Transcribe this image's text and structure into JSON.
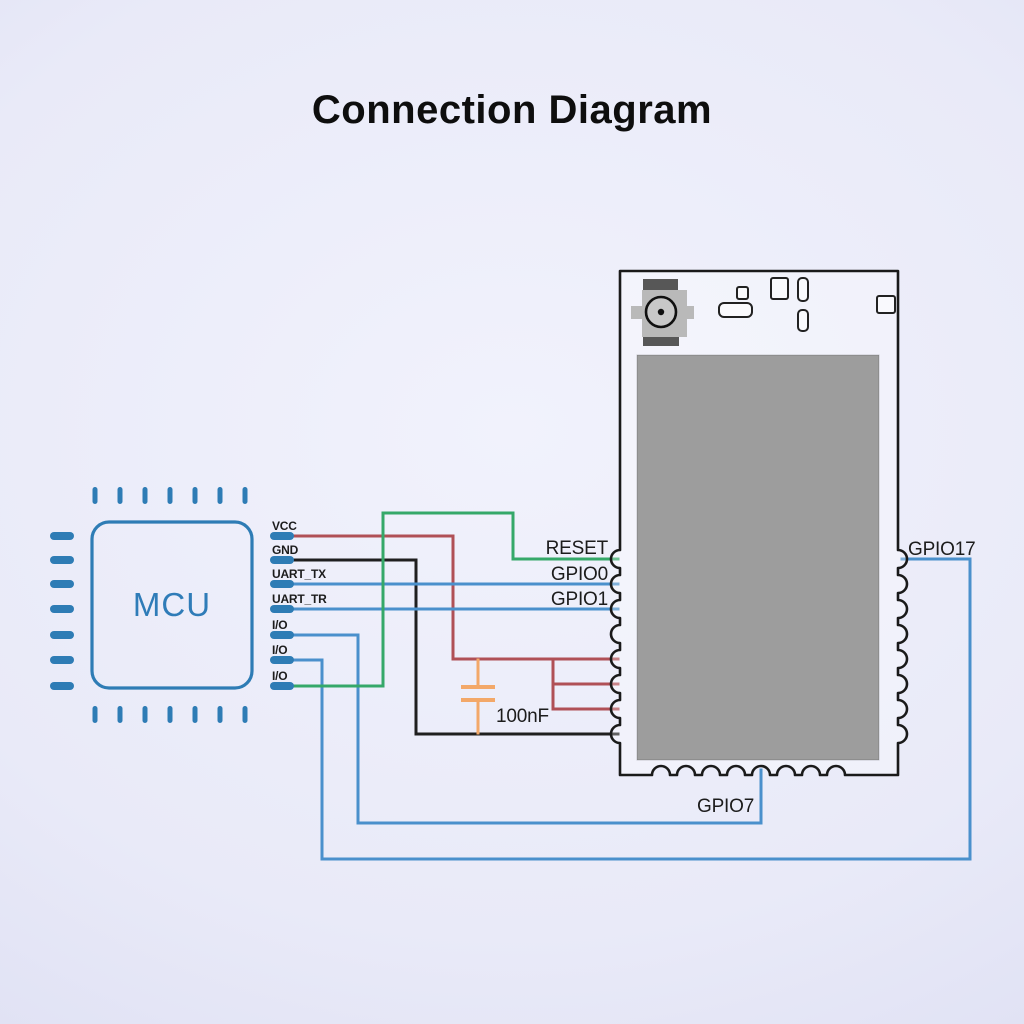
{
  "title": "Connection Diagram",
  "mcu": {
    "label": "MCU",
    "pin_labels": [
      "VCC",
      "GND",
      "UART_TX",
      "UART_TR",
      "I/O",
      "I/O",
      "I/O"
    ]
  },
  "module": {
    "left_pins": [
      "RESET",
      "GPIO0",
      "GPIO1"
    ],
    "right_pins": [
      "GPIO17"
    ],
    "bottom_pins": [
      "GPIO7"
    ]
  },
  "capacitor_value": "100nF",
  "colors": {
    "bg_inner": "#f1f2fc",
    "bg_mid": "#e9eaf8",
    "bg_outer": "#d7d9f0",
    "label_dark": "#1c1c1c",
    "mcu_blue": "#2e7cb5",
    "mcu_text": "#2f7cb8",
    "wire_red": "#b05056",
    "wire_black": "#1f1f1f",
    "wire_blue": "#4a90cc",
    "wire_green": "#35a869",
    "cap_orange": "#f3a869",
    "module_outline": "#1a1a1a",
    "shield_gray": "#9d9d9d",
    "connector_dark": "#575757",
    "connector_light": "#b9b9b9"
  }
}
